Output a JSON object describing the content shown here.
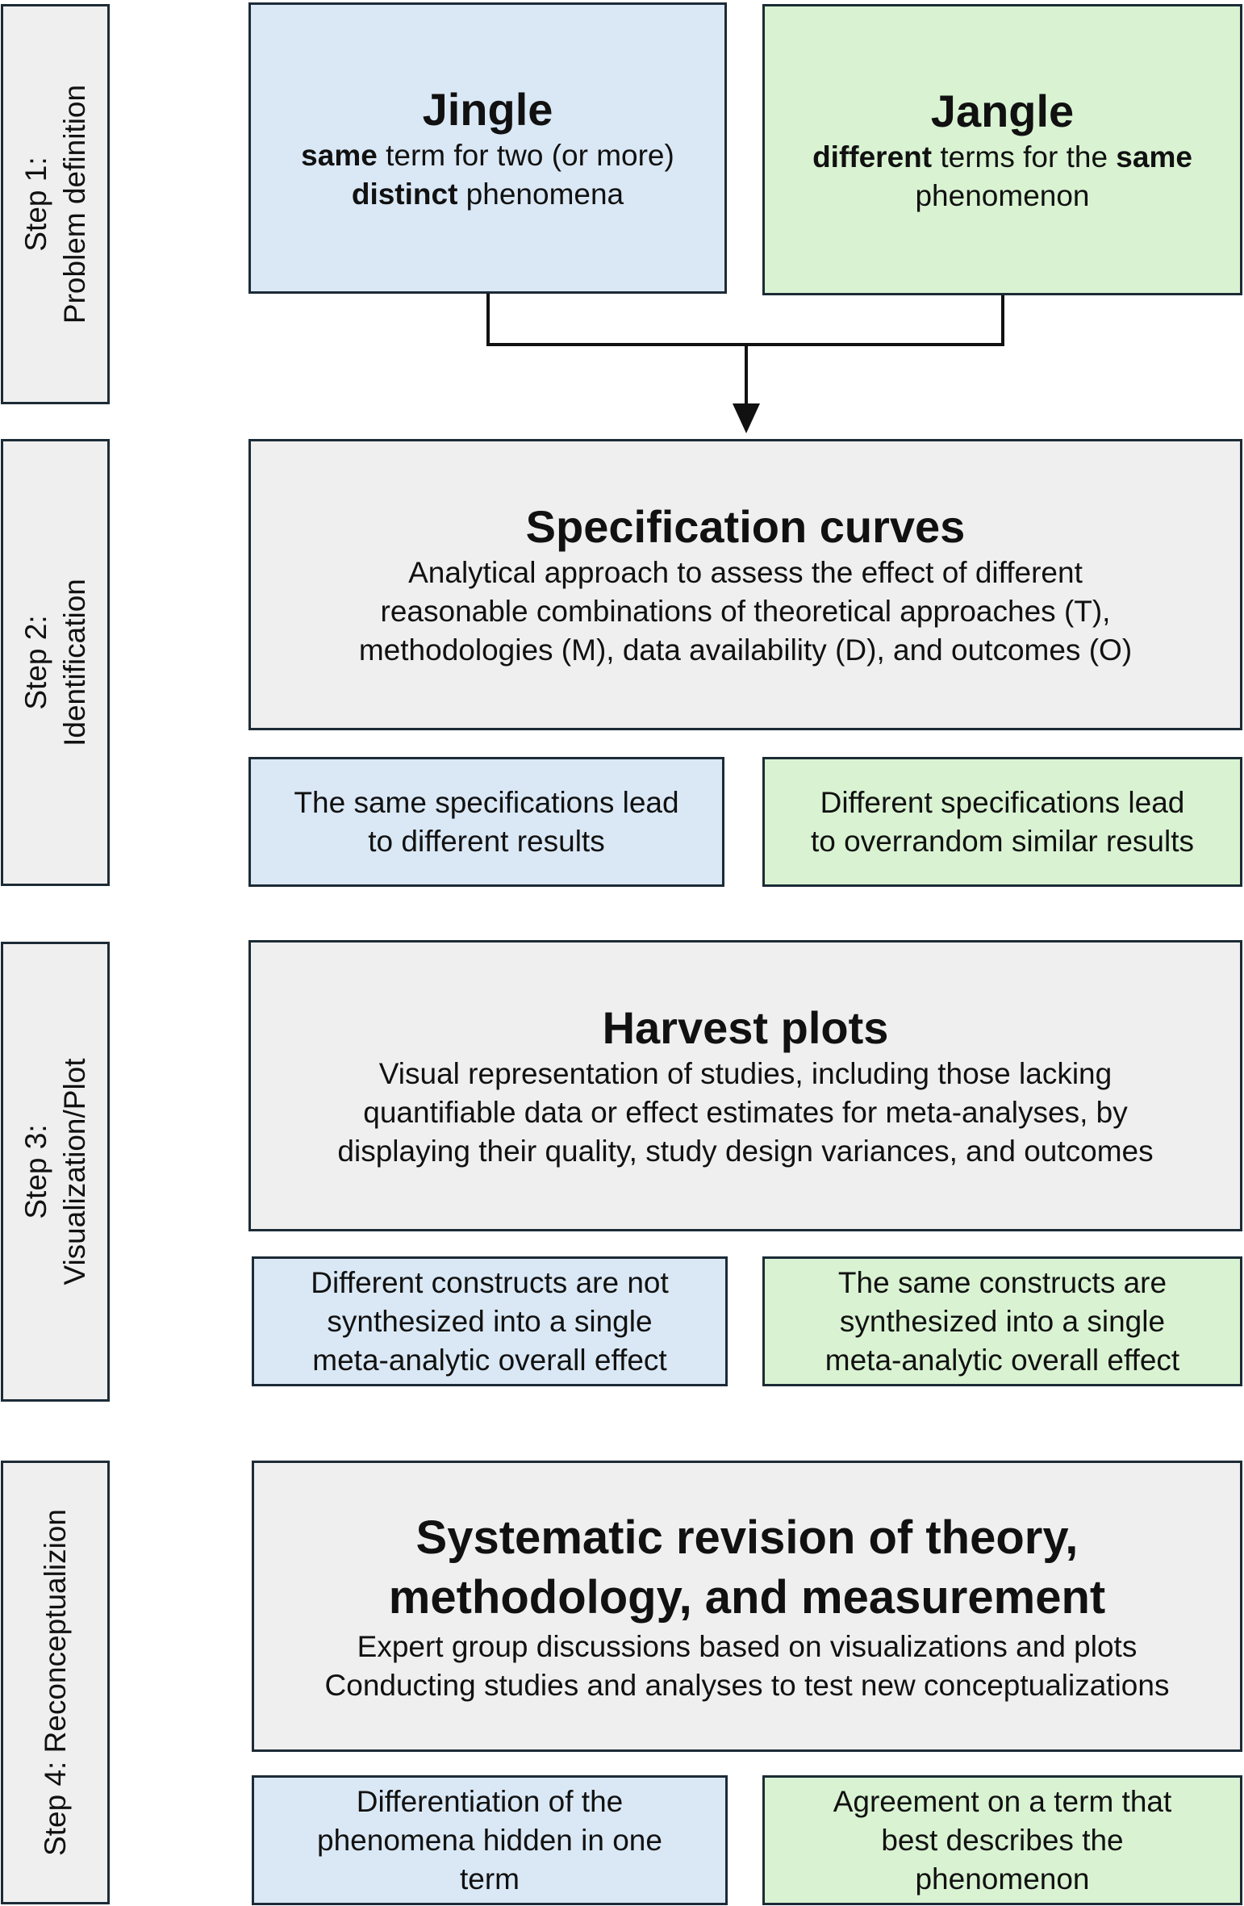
{
  "steps": {
    "step1": {
      "line1": "Step 1:",
      "line2": "Problem definition"
    },
    "step2": {
      "line1": "Step 2:",
      "line2": "Identification"
    },
    "step3": {
      "line1": "Step 3:",
      "line2": "Visualization/Plot"
    },
    "step4": {
      "line1": "Step 4: Reconceptualizion"
    }
  },
  "jingle": {
    "title": "Jingle",
    "bold_a": "same",
    "text_a": " term for two (or more)",
    "bold_b": "distinct",
    "text_b": " phenomena"
  },
  "jangle": {
    "title": "Jangle",
    "bold_a": "different",
    "text_a": " terms for the ",
    "bold_c": "same",
    "text_b": "phenomenon"
  },
  "spec_curves": {
    "title": "Specification curves",
    "lines": [
      "Analytical approach to assess the effect of different",
      "reasonable combinations of theoretical approaches (T),",
      "methodologies (M), data availability (D), and outcomes (O)"
    ],
    "left": [
      "The same specifications lead",
      "to different results"
    ],
    "right": [
      "Different specifications lead",
      "to overrandom similar results"
    ]
  },
  "harvest": {
    "title": "Harvest plots",
    "lines": [
      "Visual representation of studies, including those lacking",
      "quantifiable data or effect estimates for meta-analyses, by",
      "displaying their quality, study design variances, and outcomes"
    ],
    "left": [
      "Different constructs are not",
      "synthesized into a single",
      "meta-analytic overall effect"
    ],
    "right": [
      "The same constructs are",
      "synthesized into a single",
      "meta-analytic overall effect"
    ]
  },
  "revision": {
    "title_lines": [
      "Systematic revision of theory,",
      "methodology, and measurement"
    ],
    "lines": [
      "Expert group discussions based on visualizations and plots",
      "Conducting studies and analyses to test new conceptualizations"
    ],
    "left": [
      "Differentiation of the",
      "phenomena hidden in one",
      "term"
    ],
    "right": [
      "Agreement on a term that",
      "best describes the",
      "phenomenon"
    ]
  },
  "colors": {
    "jingle_fill": "#dae8f5",
    "jangle_fill": "#d9f3d2",
    "neutral_fill": "#efefef",
    "border": "#1c2b36"
  }
}
